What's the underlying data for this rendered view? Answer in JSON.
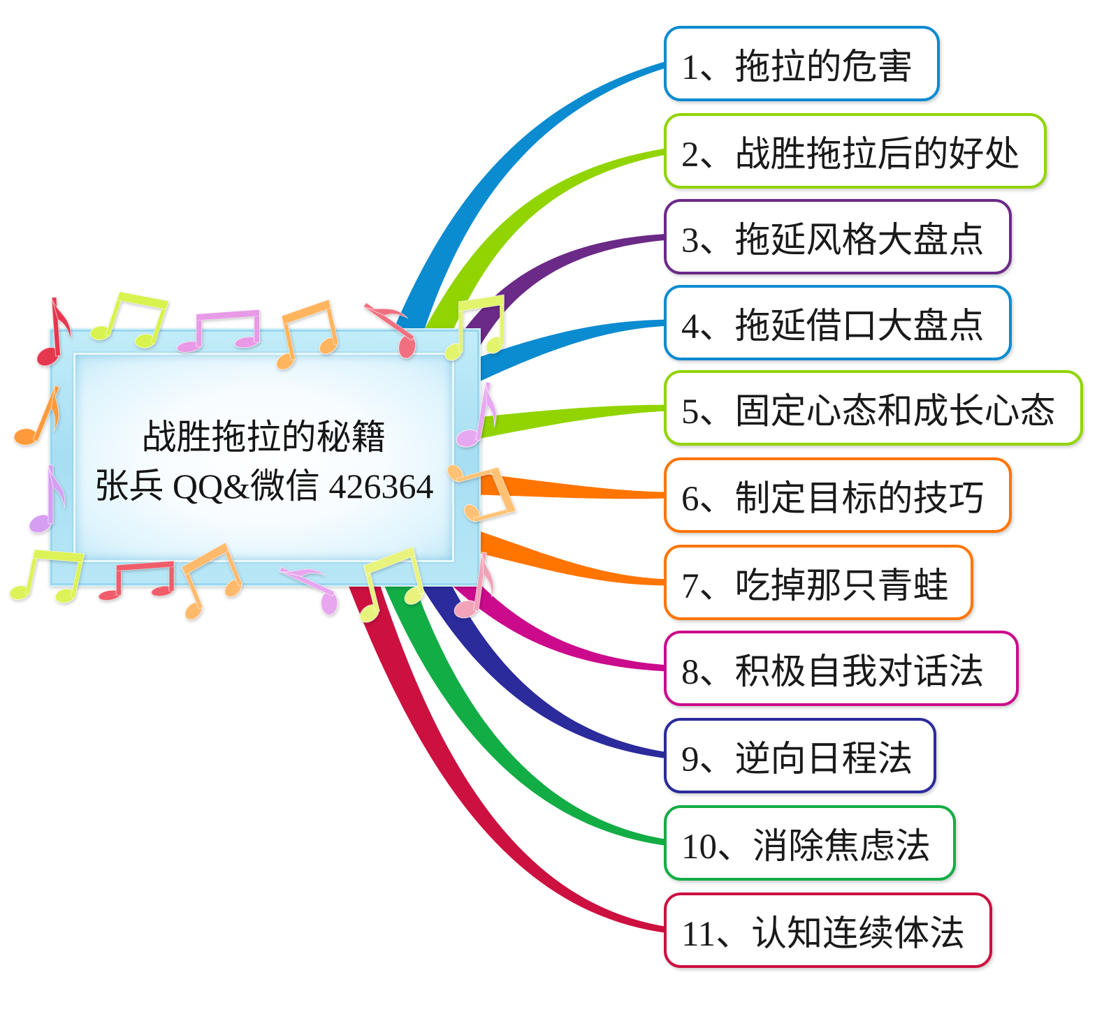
{
  "central": {
    "title": "战胜拖拉的秘籍",
    "subtitle": "张兵 QQ&微信 426364"
  },
  "branches": [
    {
      "label": "1、拖拉的危害",
      "color": "#0b8bd0"
    },
    {
      "label": "2、战胜拖拉后的好处",
      "color": "#92d400"
    },
    {
      "label": "3、拖延风格大盘点",
      "color": "#6b2a87"
    },
    {
      "label": "4、拖延借口大盘点",
      "color": "#0b8bd0"
    },
    {
      "label": "5、固定心态和成长心态",
      "color": "#92d400"
    },
    {
      "label": "6、制定目标的技巧",
      "color": "#ff7500"
    },
    {
      "label": "7、吃掉那只青蛙",
      "color": "#ff7500"
    },
    {
      "label": "8、积极自我对话法",
      "color": "#cc0a8c"
    },
    {
      "label": "9、逆向日程法",
      "color": "#2b2b9c"
    },
    {
      "label": "10、消除焦虑法",
      "color": "#12ad45"
    },
    {
      "label": "11、认知连续体法",
      "color": "#cc1040"
    }
  ]
}
